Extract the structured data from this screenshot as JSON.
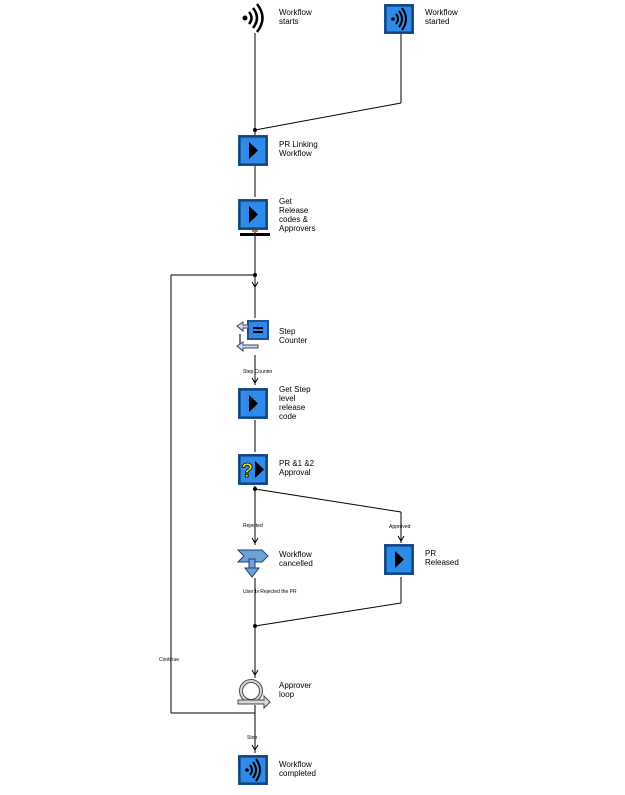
{
  "nodes": {
    "workflow_starts": {
      "label_lines": [
        "Workflow",
        "starts"
      ],
      "icon": "wave-event-icon"
    },
    "workflow_started": {
      "label_lines": [
        "Workflow",
        "started"
      ],
      "icon": "wave-event-icon"
    },
    "pr_linking": {
      "label_lines": [
        "PR Linking",
        "Workflow"
      ],
      "icon": "activity-play-icon"
    },
    "get_release": {
      "label_lines": [
        "Get",
        "Release",
        "codes &",
        "Approvers"
      ],
      "icon": "activity-play-icon"
    },
    "step_counter": {
      "label_lines": [
        "Step",
        "Counter"
      ],
      "icon": "container-operation-icon"
    },
    "get_step_level": {
      "label_lines": [
        "Get Step",
        "level",
        "release",
        "code"
      ],
      "icon": "activity-play-icon"
    },
    "pr_approval": {
      "label_lines": [
        "PR &1 &2",
        "Approval"
      ],
      "icon": "user-decision-icon"
    },
    "workflow_cancelled": {
      "label_lines": [
        "Workflow",
        "cancelled"
      ],
      "icon": "process-control-icon"
    },
    "pr_released": {
      "label_lines": [
        "PR",
        "Released"
      ],
      "icon": "activity-play-icon"
    },
    "approver_loop": {
      "label_lines": [
        "Approver",
        "loop"
      ],
      "icon": "loop-icon"
    },
    "workflow_completed": {
      "label_lines": [
        "Workflow",
        "completed"
      ],
      "icon": "wave-event-icon"
    }
  },
  "edge_labels": {
    "step_counter_out": "Step Counter",
    "rejected": "Rejected",
    "approved": "Approved",
    "user_rejected": "User Is Rejected the PR",
    "continue": "Continue",
    "stop": "Stop"
  },
  "colors": {
    "icon_blue": "#2f8ae8",
    "icon_dark_blue": "#1f4f8f",
    "question_yellow": "#f5e11a",
    "line": "#000000"
  }
}
